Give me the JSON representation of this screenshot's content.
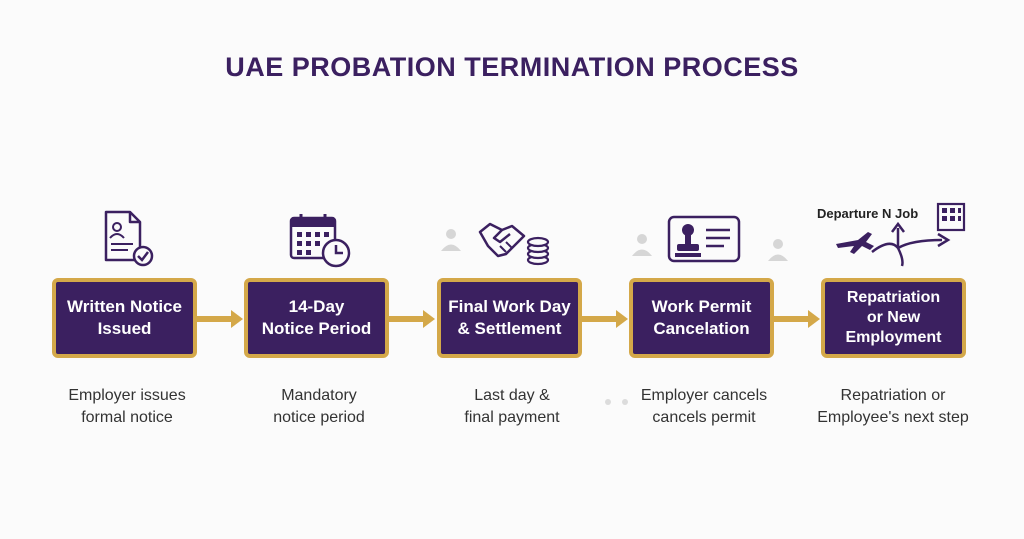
{
  "title": "UAE PROBATION TERMINATION PROCESS",
  "colors": {
    "primary": "#3b2060",
    "accent": "#d4a849",
    "text": "#333333",
    "background": "#fbfbfb"
  },
  "steps": [
    {
      "label": "Written Notice\nIssued",
      "description": "Employer issues\nformal notice",
      "icon": "document-check-icon"
    },
    {
      "label": "14-Day\nNotice Period",
      "description": "Mandatory\nnotice period",
      "icon": "calendar-clock-icon"
    },
    {
      "label": "Final Work Day\n& Settlement",
      "description": "Last day &\nfinal payment",
      "icon": "handshake-coins-icon"
    },
    {
      "label": "Work Permit\nCancelation",
      "description": "Employer cancels\ncancels permit",
      "icon": "permit-card-stamp-icon"
    },
    {
      "label": "Repatriation\nor New\nEmployment",
      "description": "Repatriation or\nEmployee's next step",
      "icon": "plane-fork-building-icon"
    }
  ],
  "icon_label": "Departure N Job"
}
